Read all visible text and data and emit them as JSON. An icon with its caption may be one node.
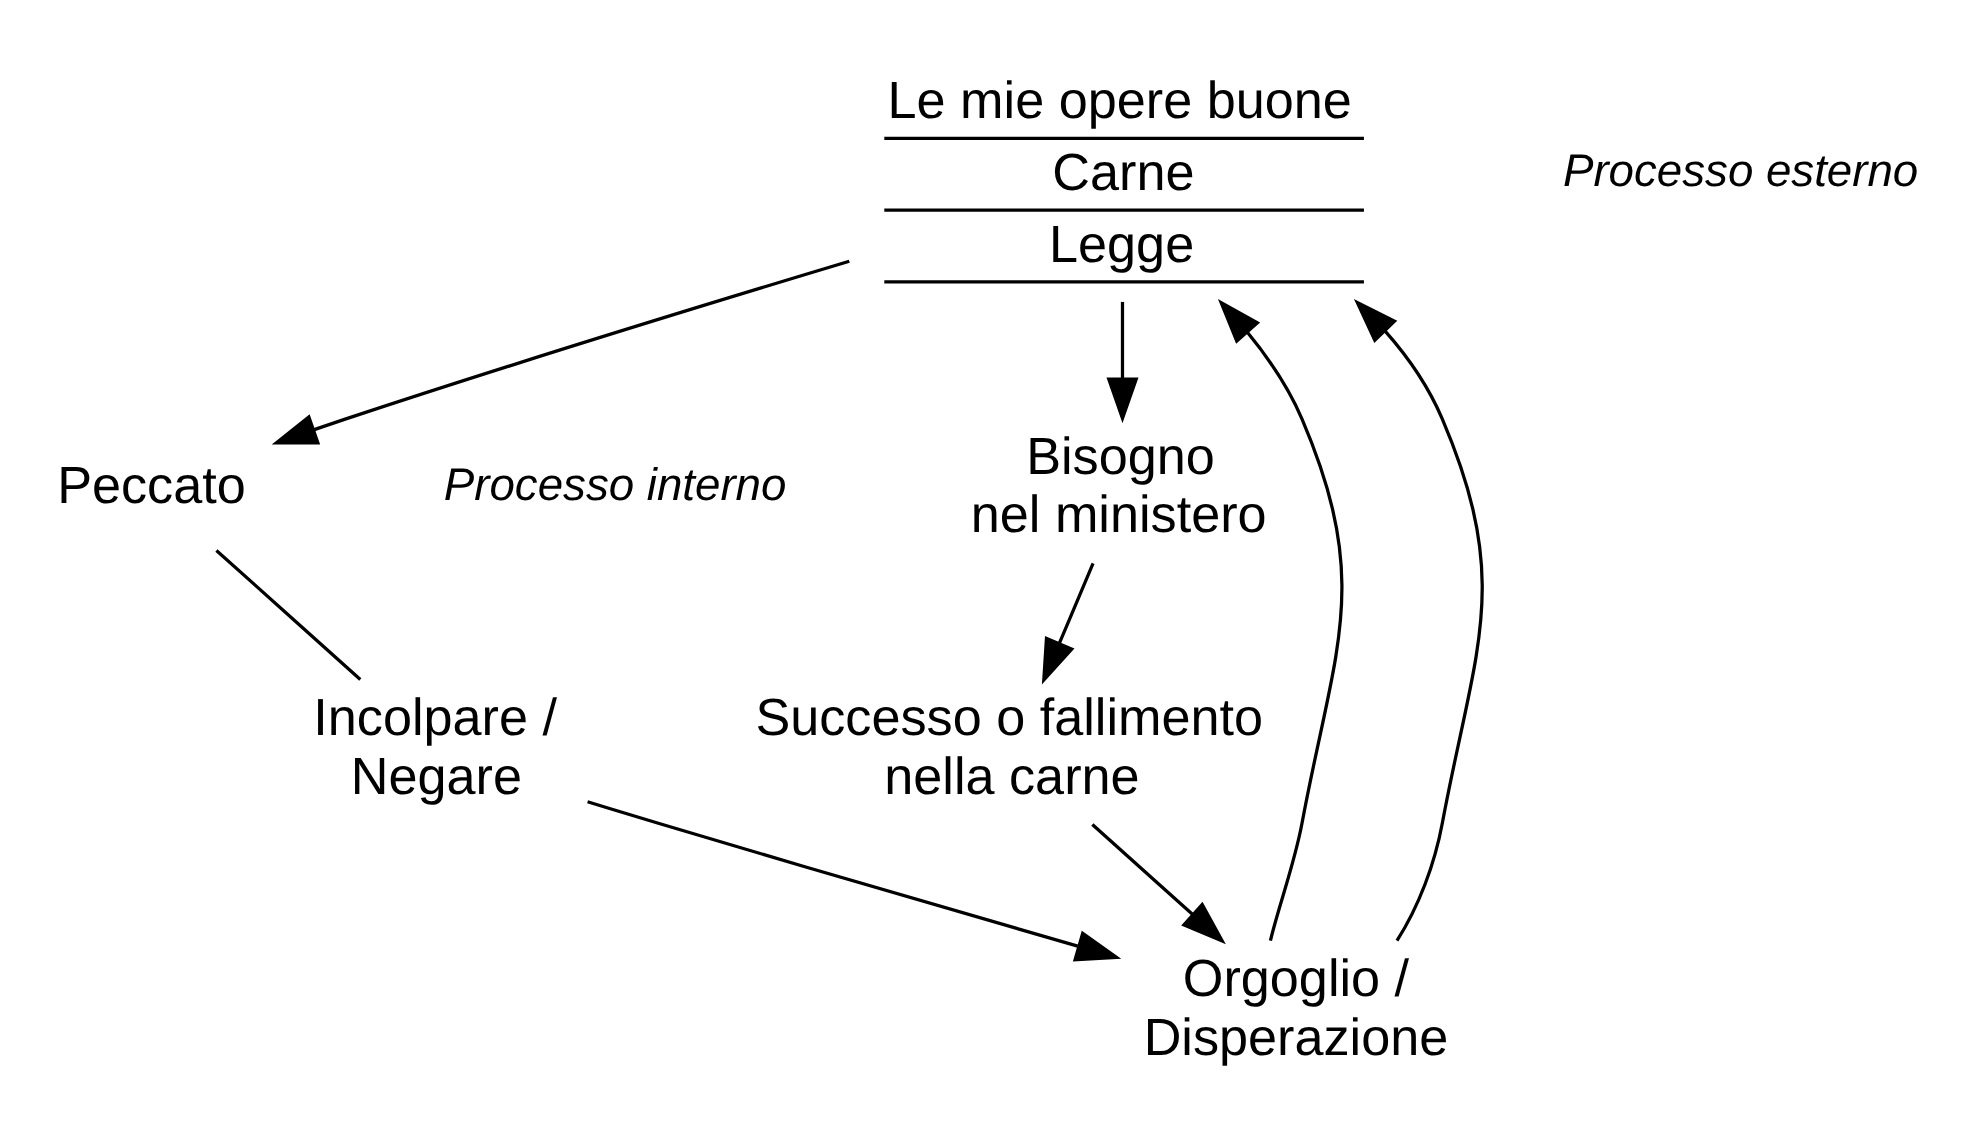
{
  "diagram": {
    "nodes": [
      {
        "text": [
          "Le mie opere buone",
          "Carne",
          "Legge"
        ]
      },
      {
        "text": [
          "Peccato"
        ]
      },
      {
        "text": [
          "Incolpare / Negare"
        ]
      },
      {
        "text": [
          "Orgoglio / Disperazione"
        ]
      },
      {
        "text": [
          "Bisogno nel ministero"
        ]
      },
      {
        "text": [
          "Successo o fallimento nella carne"
        ]
      }
    ],
    "edges": [
      {
        "from": 0,
        "to": 1,
        "arrow": "to"
      },
      {
        "from": 1,
        "to": 2,
        "arrow": "none"
      },
      {
        "from": 2,
        "to": 3,
        "arrow": "to"
      },
      {
        "from": 3,
        "to": 0,
        "arrow": "to"
      },
      {
        "from": 0,
        "to": 4,
        "arrow": "to"
      },
      {
        "from": 4,
        "to": 5,
        "arrow": "to"
      },
      {
        "from": 5,
        "to": 3,
        "arrow": "to"
      },
      {
        "from": 3,
        "to": 0,
        "arrow": "to"
      }
    ],
    "labels": [
      "Processo esterno",
      "Processo interno"
    ]
  }
}
